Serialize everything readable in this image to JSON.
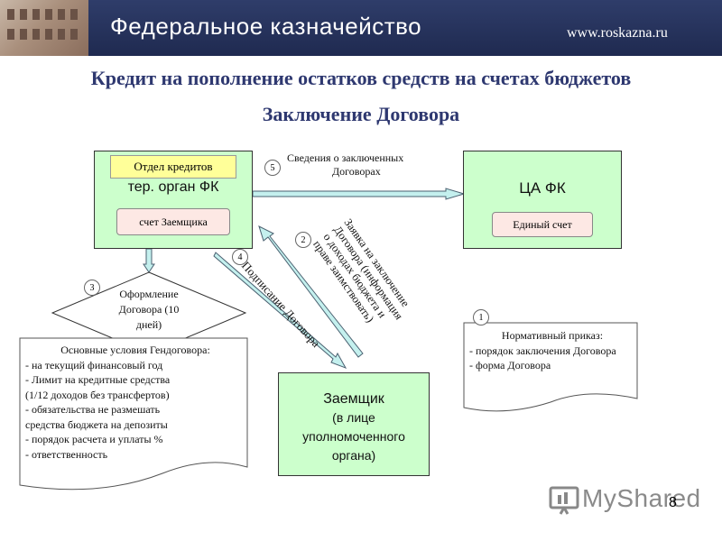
{
  "header": {
    "title": "Федеральное казначейство",
    "url": "www.roskazna.ru"
  },
  "slide": {
    "title_line1": "Кредит на пополнение остатков средств на счетах бюджетов",
    "title_line2": "Заключение Договора"
  },
  "boxes": {
    "ter_organ": {
      "label": "тер. орган ФК",
      "dept": "Отдел кредитов",
      "account": "счет Заемщика"
    },
    "ca_fk": {
      "label": "ЦА ФК",
      "account": "Единый счет"
    },
    "borrower": {
      "line1": "Заемщик",
      "line2": "(в лице",
      "line3": "уполномоченного",
      "line4": "органа)"
    }
  },
  "steps": {
    "s1": {
      "num": "1"
    },
    "s2": {
      "num": "2",
      "line1": "Заявка на заключение",
      "line2": "Договора (информация",
      "line3": "о доходах бюджета и",
      "line4": "праве заимствовать)"
    },
    "s3": {
      "num": "3",
      "line1": "Оформление",
      "line2": "Договора (10",
      "line3": "дней)"
    },
    "s4": {
      "num": "4",
      "text": "Подписание Договора"
    },
    "s5": {
      "num": "5",
      "line1": "Сведения о заключенных",
      "line2": "Договорах"
    }
  },
  "order_doc": {
    "title": "Нормативный приказ:",
    "items": [
      "- порядок заключения Договора",
      "- форма Договора"
    ]
  },
  "terms_doc": {
    "title": "Основные условия Гендоговора:",
    "lines": [
      "- на текущий финансовый год",
      "- Лимит на кредитные средства",
      "(1/12 доходов без трансфертов)",
      "- обязательства не размешать",
      "средства бюджета на депозиты",
      "- порядок расчета и уплаты %",
      "- ответственность"
    ]
  },
  "watermark": "MyShared",
  "page_number": "8",
  "colors": {
    "header_bg": "#25305a",
    "title": "#2e3870",
    "box_green": "#ccffcc",
    "box_pink": "#fde8e4",
    "arrow_fill": "#c4f0ee"
  }
}
